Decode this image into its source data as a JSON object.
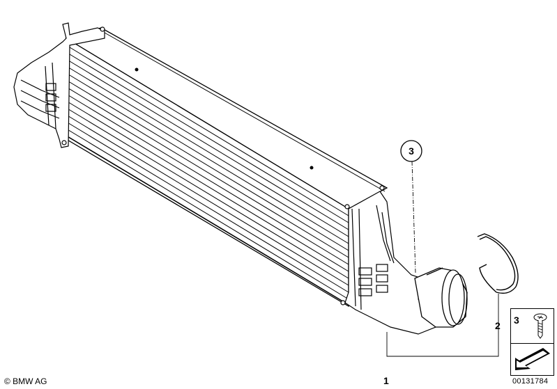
{
  "callouts": {
    "part1": "1",
    "part2": "2",
    "part3_circle": "3",
    "legend_part": "3"
  },
  "copyright": "© BMW AG",
  "diagram_id": "00131784",
  "icons": {
    "screw": "screw-icon",
    "arrow": "installation-direction-arrow-icon"
  },
  "colors": {
    "line": "#000000",
    "background": "#ffffff"
  }
}
